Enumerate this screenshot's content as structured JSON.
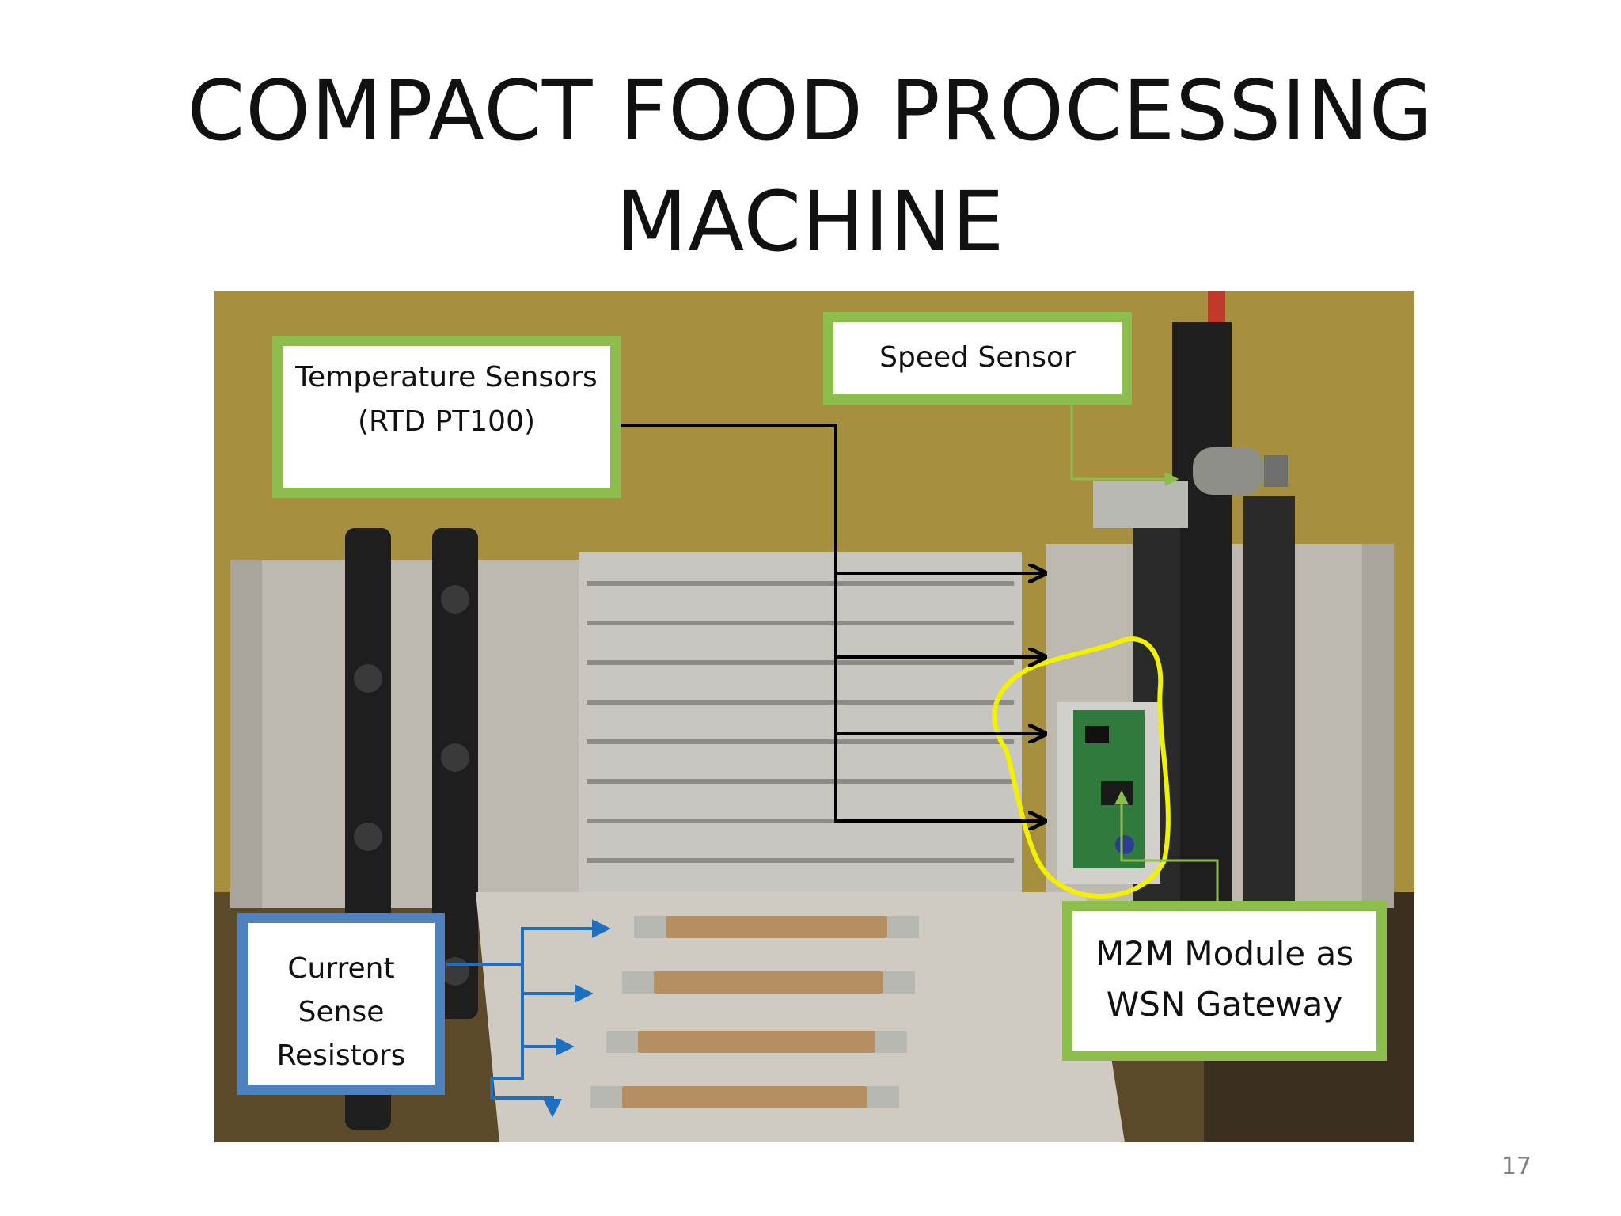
{
  "slide": {
    "title_line1": "COMPACT FOOD PROCESSING",
    "title_line2": "MACHINE",
    "page_number": "17"
  },
  "labels": {
    "temperature_line1": "Temperature Sensors",
    "temperature_line2": "(RTD PT100)",
    "speed": "Speed Sensor",
    "current_line1": "Current",
    "current_line2": "Sense",
    "current_line3": "Resistors",
    "m2m_line1": "M2M Module as",
    "m2m_line2": "WSN Gateway"
  },
  "colors": {
    "label_border_green": "#8cbd4d",
    "label_border_blue": "#4f81bd",
    "pointer_black": "#000000",
    "pointer_green": "#8cbd4d",
    "pointer_blue": "#1f6fc0",
    "highlight_yellow": "#f2f200"
  }
}
